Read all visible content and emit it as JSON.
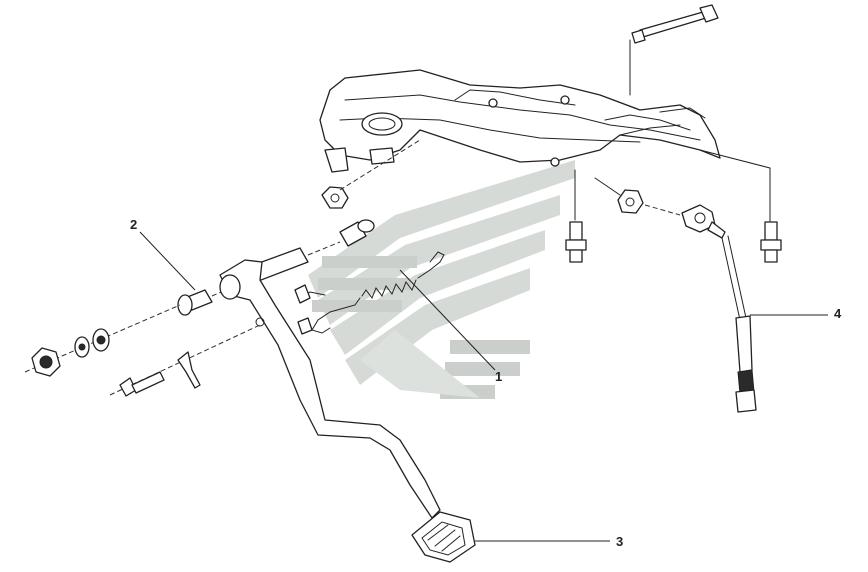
{
  "callouts": [
    {
      "id": "1",
      "label": "1"
    },
    {
      "id": "2",
      "label": "2"
    },
    {
      "id": "3",
      "label": "3"
    },
    {
      "id": "4",
      "label": "4"
    }
  ],
  "colors": {
    "line": "#222222",
    "watermark": "#c8ccc8",
    "background": "#ffffff"
  },
  "icons": {
    "watermark": "chevron-stripes-watermark-icon"
  }
}
